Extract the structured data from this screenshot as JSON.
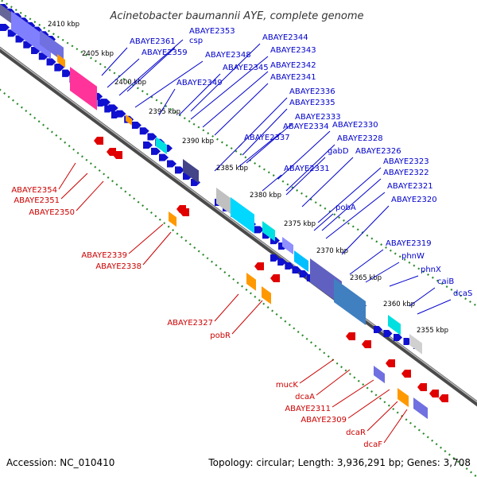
{
  "title": "Acinetobacter baumannii AYE, complete genome",
  "accession": "Accession: NC_010410",
  "summary": "Topology: circular; Length: 3,936,291 bp; Genes: 3,708",
  "colors": {
    "forward": "#1010d0",
    "reverse": "#e00000",
    "backbone": "#808080",
    "tick": "#2a8a2a"
  },
  "kbp_ticks": [
    "2410 kbp",
    "2405 kbp",
    "2400 kbp",
    "2395 kbp",
    "2390 kbp",
    "2385 kbp",
    "2380 kbp",
    "2375 kbp",
    "2370 kbp",
    "2365 kbp",
    "2360 kbp",
    "2355 kbp"
  ],
  "forward_labels": [
    "csp",
    "ABAYE2353",
    "ABAYE2361",
    "ABAYE2359",
    "ABAYE2348",
    "ABAYE2344",
    "ABAYE2343",
    "ABAYE2345",
    "ABAYE2342",
    "ABAYE2349",
    "ABAYE2341",
    "ABAYE2336",
    "ABAYE2335",
    "ABAYE2333",
    "ABAYE2334",
    "ABAYE2330",
    "ABAYE2337",
    "ABAYE2328",
    "gabD",
    "ABAYE2326",
    "ABAYE2331",
    "ABAYE2323",
    "ABAYE2322",
    "ABAYE2321",
    "ABAYE2320",
    "pobA",
    "ABAYE2319",
    "phnW",
    "phnX",
    "caiB",
    "dcaS"
  ],
  "reverse_labels": [
    "ABAYE2354",
    "ABAYE2351",
    "ABAYE2350",
    "ABAYE2339",
    "ABAYE2338",
    "ABAYE2327",
    "pobR",
    "mucK",
    "dcaA",
    "ABAYE2311",
    "ABAYE2309",
    "dcaR",
    "dcaF"
  ]
}
